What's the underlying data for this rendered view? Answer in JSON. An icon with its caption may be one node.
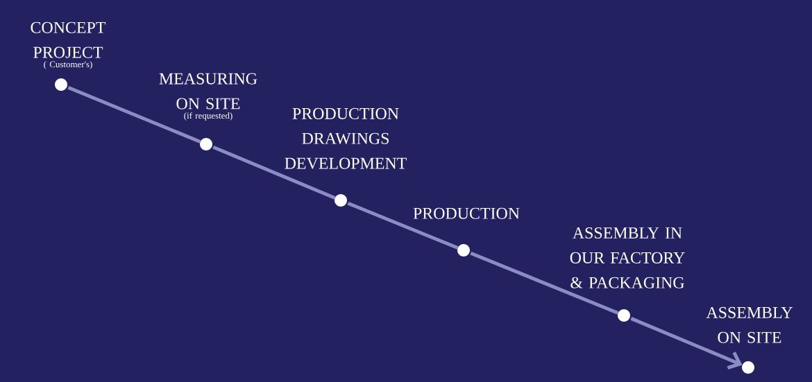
{
  "diagram": {
    "nodes": [
      {
        "text": [],
        "shape": "circle",
        "beside": [
          "CONCEPT PROJECT",
          "( Customer's)"
        ]
      },
      {
        "text": [],
        "shape": "circle",
        "beside": [
          "MEASURING ON SITE",
          "(if requested)"
        ]
      },
      {
        "text": [],
        "shape": "circle",
        "beside": [
          "PRODUCTION DRAWINGS DEVELOPMENT"
        ]
      },
      {
        "text": [],
        "shape": "circle",
        "beside": [
          "PRODUCTION"
        ]
      },
      {
        "text": [],
        "shape": "circle",
        "beside": [
          "ASSEMBLY IN OUR FACTORY & PACKAGING"
        ]
      },
      {
        "text": [],
        "shape": "circle",
        "beside": [
          "ASSEMBLY ON SITE"
        ]
      }
    ],
    "edges": [
      {
        "from": 0,
        "to": 1,
        "arrow": "none"
      },
      {
        "from": 1,
        "to": 2,
        "arrow": "none"
      },
      {
        "from": 2,
        "to": 3,
        "arrow": "none"
      },
      {
        "from": 3,
        "to": 4,
        "arrow": "none"
      },
      {
        "from": 4,
        "to": 5,
        "arrow": "to"
      }
    ]
  }
}
